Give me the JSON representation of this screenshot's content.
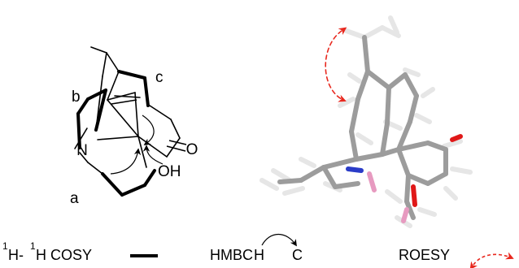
{
  "structure": {
    "atoms": {
      "N": "N",
      "O": "O",
      "OH": "OH"
    },
    "ring_labels": {
      "a": "a",
      "b": "b",
      "c": "c"
    }
  },
  "legend": {
    "cosy": {
      "sup1": "1",
      "h1": "H-",
      "sup2": "1",
      "h2": "H COSY"
    },
    "hmbc": {
      "label": "HMBC",
      "h": "H",
      "c": "C"
    },
    "roesy": {
      "label": "ROESY"
    }
  },
  "colors": {
    "bond": "#000000",
    "roesy_arrow": "#e8281e",
    "model_carbon": "#9c9c9c",
    "model_hydrogen": "#e6e6e6",
    "model_nitrogen": "#2a3cc8",
    "model_oxygen": "#e01818",
    "model_nh_highlight": "#e79ac0"
  }
}
